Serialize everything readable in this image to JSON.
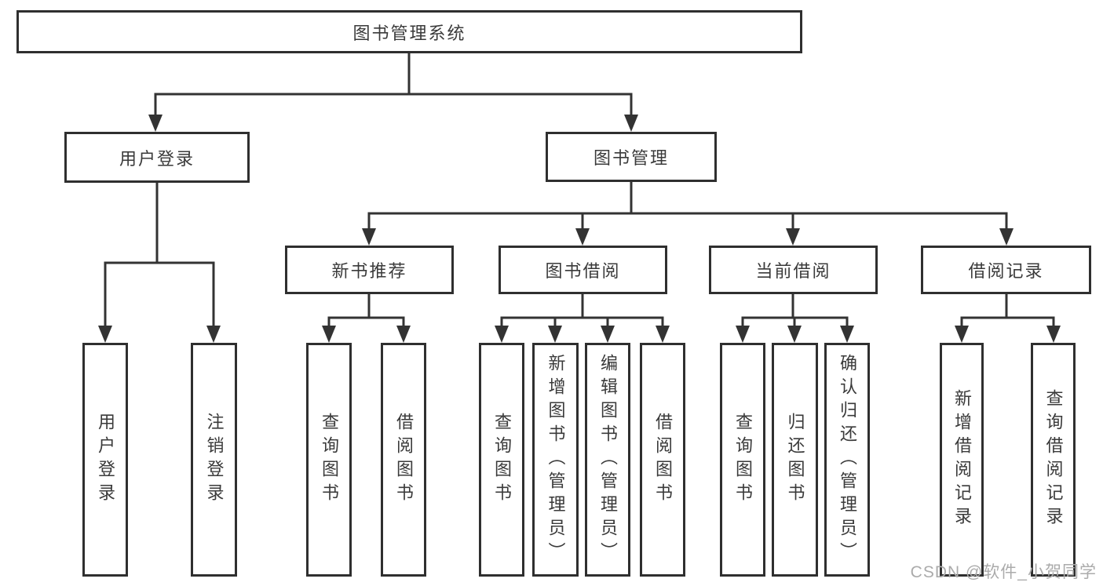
{
  "tree": {
    "label": "图书管理系统",
    "children": [
      {
        "label": "用户登录",
        "children": [
          {
            "label": "用户登录"
          },
          {
            "label": "注销登录"
          }
        ]
      },
      {
        "label": "图书管理",
        "children": [
          {
            "label": "新书推荐",
            "children": [
              {
                "label": "查询图书"
              },
              {
                "label": "借阅图书"
              }
            ]
          },
          {
            "label": "图书借阅",
            "children": [
              {
                "label": "查询图书"
              },
              {
                "label": "新增图书（管理员）"
              },
              {
                "label": "编辑图书（管理员）"
              },
              {
                "label": "借阅图书"
              }
            ]
          },
          {
            "label": "当前借阅",
            "children": [
              {
                "label": "查询图书"
              },
              {
                "label": "归还图书"
              },
              {
                "label": "确认归还（管理员）"
              }
            ]
          },
          {
            "label": "借阅记录",
            "children": [
              {
                "label": "新增借阅记录"
              },
              {
                "label": "查询借阅记录"
              }
            ]
          }
        ]
      }
    ]
  },
  "watermark": {
    "text": "CSDN @软件_小贺同学"
  },
  "colors": {
    "box_border": "#2f2f2f",
    "connector": "#333333",
    "text": "#3a3a3a",
    "watermark": "#ababab",
    "background": "#ffffff"
  }
}
